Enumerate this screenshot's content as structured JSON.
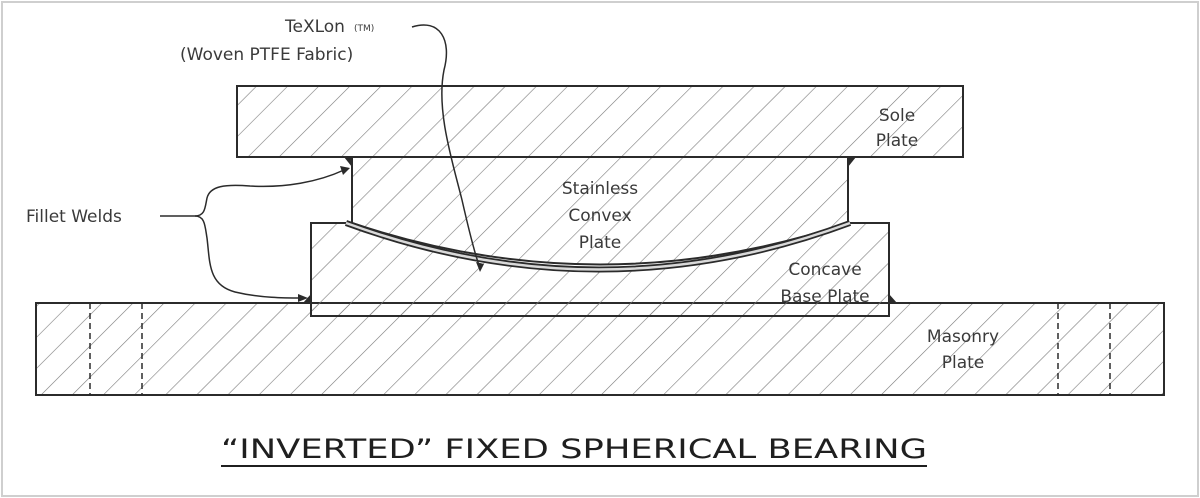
{
  "labels": {
    "texlon_name": "TeXLon",
    "texlon_tm": "(TM)",
    "texlon_desc": "(Woven PTFE Fabric)",
    "sole_line1": "Sole",
    "sole_line2": "Plate",
    "stainless_line1": "Stainless",
    "stainless_line2": "Convex",
    "stainless_line3": "Plate",
    "fillet": "Fillet Welds",
    "concave_line1": "Concave",
    "concave_line2": "Base Plate",
    "masonry_line1": "Masonry",
    "masonry_line2": "Plate"
  },
  "title": "“INVERTED” FIXED SPHERICAL BEARING",
  "colors": {
    "line": "#2b2b2b",
    "hatch": "#7a7a7a",
    "text": "#3a3a3a",
    "border": "#cfcfcf"
  }
}
